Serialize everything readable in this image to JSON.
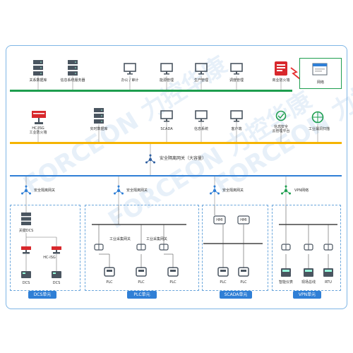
{
  "colors": {
    "green_bus": "#1e9e4f",
    "orange_bus": "#f5b400",
    "blue_bus": "#2f7fd6",
    "device_gray": "#4a5560",
    "firewall_red": "#d8282c",
    "unit_tag_bg": "#2f7fd6"
  },
  "top_row": {
    "items": [
      {
        "label": "关系数据库",
        "icon": "server-icon"
      },
      {
        "label": "信息系统服务器",
        "icon": "server-icon"
      },
      {
        "label": "办公 / 审计",
        "icon": "monitor-icon"
      },
      {
        "label": "能源管理",
        "icon": "monitor-icon"
      },
      {
        "label": "生产管理",
        "icon": "monitor-icon"
      },
      {
        "label": "调度管理",
        "icon": "monitor-icon"
      },
      {
        "label": "商业防火墙",
        "icon": "firewall-icon"
      }
    ],
    "internet_label": "网络",
    "internet_icon": "internet-browser-icon",
    "lightning_icon": "lightning-icon"
  },
  "middle_row": {
    "items": [
      {
        "label": "HC-ISG",
        "label2": "工业防火墙",
        "icon": "industrial-firewall-icon"
      },
      {
        "label": "实时数据库",
        "icon": "server-icon"
      },
      {
        "label": "SCADA",
        "icon": "monitor-icon"
      },
      {
        "label": "信息系统",
        "icon": "monitor-icon"
      },
      {
        "label": "客户端",
        "icon": "monitor-icon"
      },
      {
        "label": "信息安全",
        "label2": "云管理平台",
        "icon": "cloud-management-icon"
      },
      {
        "label": "工业漏洞扫描",
        "icon": "vulnerability-scanner-icon"
      }
    ]
  },
  "gateway": {
    "label": "安全隔离网关（大容量）",
    "icon": "gateway-icon"
  },
  "units": {
    "dcs": {
      "gateway_label": "安全隔离网关",
      "key_label": "关键DCS",
      "firewall_label": "HC-ISG",
      "devices": [
        "DCS",
        "DCS"
      ],
      "tag": "DCS单元"
    },
    "plc": {
      "gateway_label": "安全隔离网关",
      "probes": [
        "工业采集网关",
        "工业采集网关"
      ],
      "devices": [
        "PLC",
        "PLC",
        "PLC"
      ],
      "tag": "PLC单元"
    },
    "scada": {
      "gateway_label": "安全隔离网关",
      "hmis": [
        "HMI",
        "HMI"
      ],
      "devices": [
        "PLC",
        "PLC"
      ],
      "tag": "SCADA单元"
    },
    "vpn": {
      "gateway_label": "VPN网络",
      "devices": [
        "智能仪表",
        "现场总线",
        "RTU"
      ],
      "tag": "VPN单元"
    }
  },
  "watermark": "FORCEON 力控华康"
}
